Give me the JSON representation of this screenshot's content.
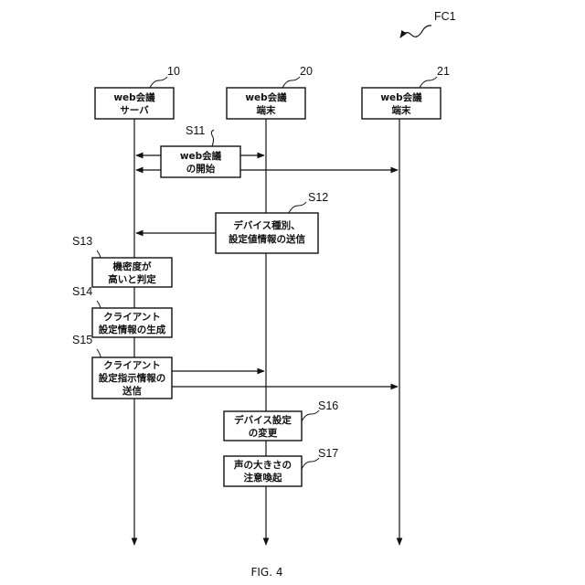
{
  "figure_id": "FC1",
  "caption": "FIG. 4",
  "entities": [
    {
      "ref": "10",
      "line1": "web会議",
      "line2": "サーバ"
    },
    {
      "ref": "20",
      "line1": "web会議",
      "line2": "端末"
    },
    {
      "ref": "21",
      "line1": "web会議",
      "line2": "端末"
    }
  ],
  "steps": [
    {
      "id": "S11",
      "line1": "web会議",
      "line2": "の開始"
    },
    {
      "id": "S12",
      "line1": "デバイス種別、",
      "line2": "設定値情報の送信"
    },
    {
      "id": "S13",
      "line1": "機密度が",
      "line2": "高いと判定"
    },
    {
      "id": "S14",
      "line1": "クライアント",
      "line2": "設定情報の生成"
    },
    {
      "id": "S15",
      "line1": "クライアント",
      "line2": "設定指示情報の",
      "line3": "送信"
    },
    {
      "id": "S16",
      "line1": "デバイス設定",
      "line2": "の変更"
    },
    {
      "id": "S17",
      "line1": "声の大きさの",
      "line2": "注意喚起"
    }
  ]
}
